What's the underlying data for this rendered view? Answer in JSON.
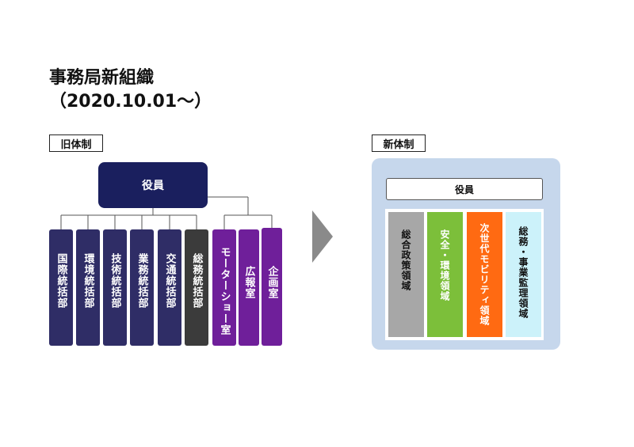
{
  "title": {
    "line1": "事務局新組織",
    "line2": "（2020.10.01～）"
  },
  "old_org": {
    "tag": "旧体制",
    "executive": "役員",
    "divisions": [
      {
        "label": "国際統括部",
        "color": "#2f2d66"
      },
      {
        "label": "環境統括部",
        "color": "#2f2d66"
      },
      {
        "label": "技術統括部",
        "color": "#2f2d66"
      },
      {
        "label": "業務統括部",
        "color": "#2f2d66"
      },
      {
        "label": "交通統括部",
        "color": "#2f2d66"
      },
      {
        "label": "総務統括部",
        "color": "#3b3b3b"
      },
      {
        "label": "モーターショー室",
        "color": "#6f1f9a"
      },
      {
        "label": "広報室",
        "color": "#6f1f9a"
      },
      {
        "label": "企画室",
        "color": "#6f1f9a"
      }
    ]
  },
  "arrow_icon": "right-triangle-arrow",
  "new_org": {
    "tag": "新体制",
    "executive": "役員",
    "domains": [
      {
        "label": "総合政策領域",
        "color": "#a7a7a7"
      },
      {
        "label": "安全・環境領域",
        "color": "#7cbf3a"
      },
      {
        "label": "次世代モビリティ領域",
        "color": "#ff6a12"
      },
      {
        "label": "総務・事業監理領域",
        "color": "#ccf2fa"
      }
    ]
  }
}
